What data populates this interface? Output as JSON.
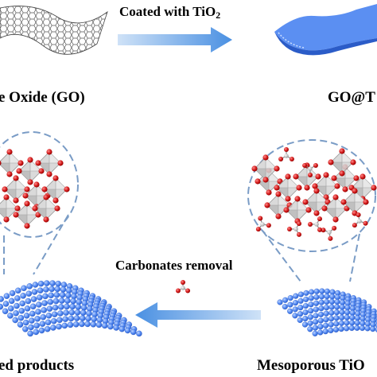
{
  "labels": {
    "coated": "Coated with TiO",
    "coated_sub": "2",
    "go": "e Oxide (GO)",
    "go_tio2": "GO@T",
    "carbonates": "Carbonates removal",
    "products": "ed products",
    "mesoporous": "Mesoporous TiO"
  },
  "colors": {
    "graphene_line": "#555555",
    "sheet_blue": "#4f86f0",
    "sheet_dark": "#2b5cc8",
    "arrow_blue": "#4a90e2",
    "ti_octahedra": "#c8c8c8",
    "oxygen_red": "#cc1111",
    "dash_blue": "#7a9cc6"
  }
}
